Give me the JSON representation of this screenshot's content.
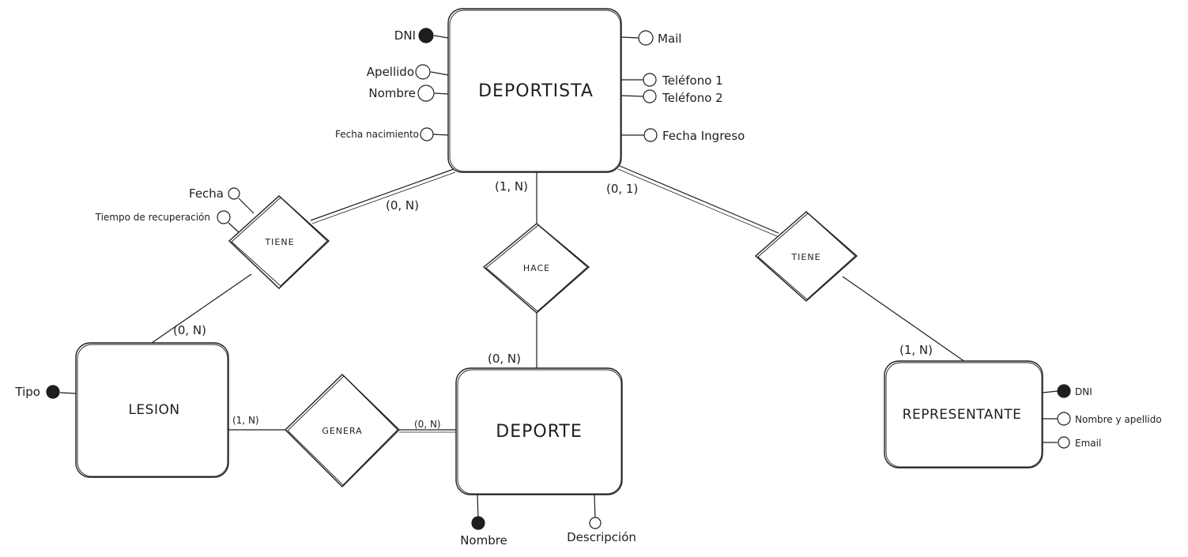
{
  "entities": {
    "deportista": "DEPORTISTA",
    "lesion": "LESION",
    "deporte": "DEPORTE",
    "representante": "REPRESENTANTE"
  },
  "relationships": {
    "tiene_lesion": "TIENE",
    "hace": "HACE",
    "tiene_representante": "TIENE",
    "genera": "GENERA"
  },
  "attributes": {
    "deportista": {
      "dni": "DNI",
      "apellido": "Apellido",
      "nombre": "Nombre",
      "fecha_nacimiento": "Fecha nacimiento",
      "mail": "Mail",
      "telefono1": "Teléfono 1",
      "telefono2": "Teléfono 2",
      "fecha_ingreso": "Fecha Ingreso"
    },
    "tiene_lesion": {
      "fecha": "Fecha",
      "tiempo_recuperacion": "Tiempo de recuperación"
    },
    "lesion": {
      "tipo": "Tipo"
    },
    "deporte": {
      "nombre": "Nombre",
      "descripcion": "Descripción"
    },
    "representante": {
      "dni": "DNI",
      "nombre_apellido": "Nombre y apellido",
      "email": "Email"
    }
  },
  "cardinalities": {
    "deportista_tiene": "(0, N)",
    "deportista_hace": "(1, N)",
    "deportista_tiene_rep": "(0, 1)",
    "lesion_tiene": "(0, N)",
    "deporte_hace": "(0, N)",
    "representante_tiene": "(1, N)",
    "lesion_genera": "(1, N)",
    "deporte_genera": "(0, N)"
  },
  "colors": {
    "stroke": "#1e1e1e",
    "background": "#ffffff"
  }
}
